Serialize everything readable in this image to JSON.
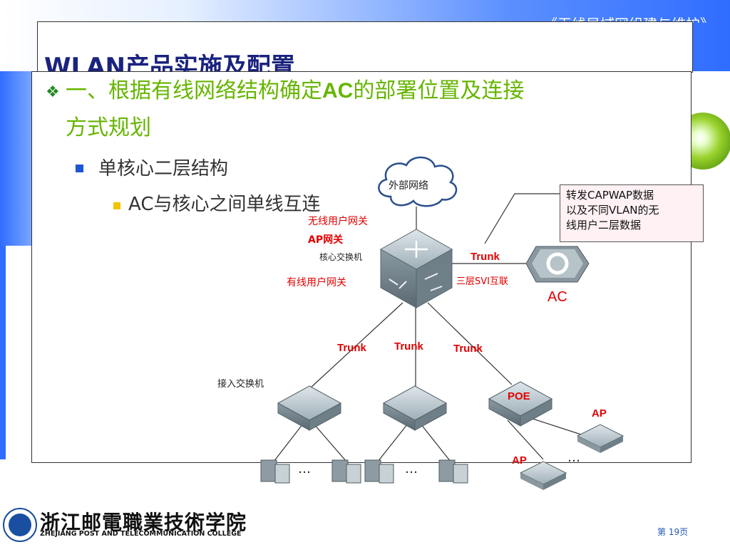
{
  "header": {
    "course_title": "《无线局域网组建与维护》",
    "slide_title": "WLAN产品实施及配置"
  },
  "content": {
    "heading_prefix": "一、根据有线网络结构确定",
    "heading_ac": "AC",
    "heading_suffix": "的部署位置及连接",
    "heading_line2": "方式规划",
    "sub1": "单核心二层结构",
    "sub2": "AC与核心之间单线互连"
  },
  "diagram": {
    "cloud_label": "外部网络",
    "wireless_gateway": "无线用户网关",
    "ap_gateway": "AP网关",
    "core_switch": "核心交换机",
    "wired_gateway": "有线用户网关",
    "trunk_ac": "Trunk",
    "svi_label": "三层SVI互联",
    "ac_label": "AC",
    "trunk1": "Trunk",
    "trunk2": "Trunk",
    "trunk3": "Trunk",
    "access_switch": "接入交换机",
    "poe": "POE",
    "ap1": "AP",
    "ap2": "AP",
    "ellipsis1": "…",
    "ellipsis2": "…",
    "ellipsis3": "…"
  },
  "note": {
    "line1": "转发CAPWAP数据",
    "line2": "以及不同VLAN的无",
    "line3": "线用户二层数据"
  },
  "footer": {
    "college_cn": "浙江邮電職業技術学院",
    "college_en": "ZHEJIANG POST AND TELECOMMUNICATION COLLEGE",
    "page": "第 19页"
  },
  "colors": {
    "heading_green": "#66b500",
    "label_red": "#e00000",
    "title_blue": "#1a237e"
  }
}
